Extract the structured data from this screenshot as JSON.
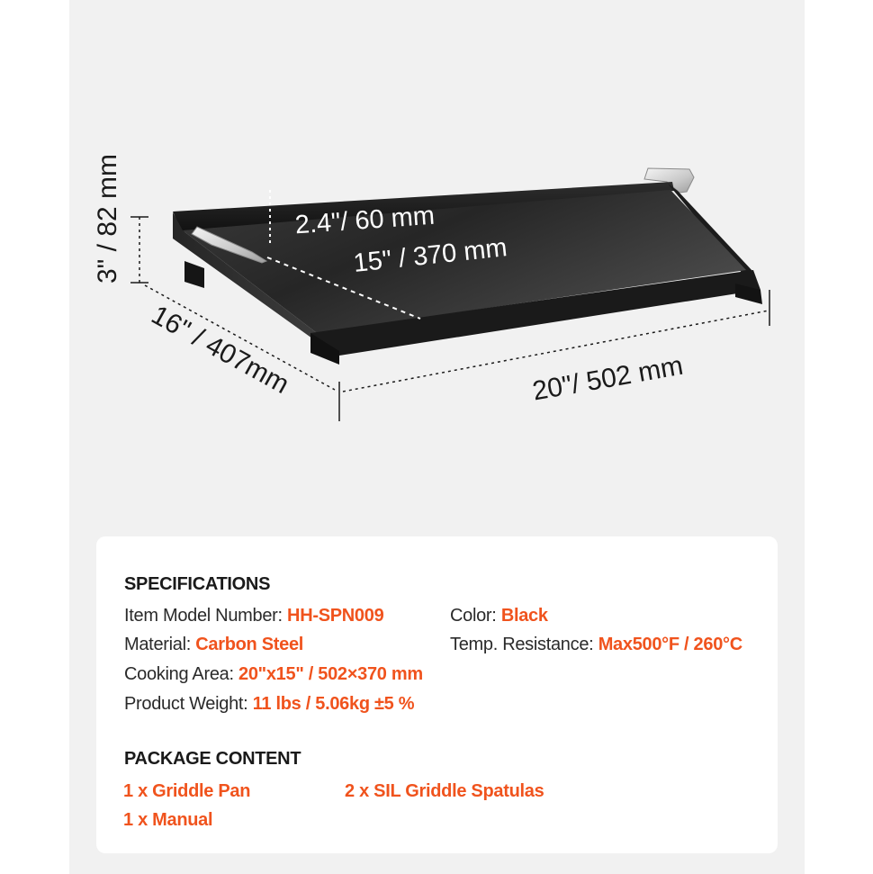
{
  "dimensions": {
    "height": "3\" / 82 mm",
    "depth": "16\" / 407mm",
    "width": "20\"/ 502 mm",
    "inner_depth": "15\" / 370 mm",
    "inner_height": "2.4\"/ 60 mm"
  },
  "specifications": {
    "title": "SPECIFICATIONS",
    "items": [
      {
        "label": "Item Model Number:",
        "value": "HH-SPN009"
      },
      {
        "label": "Color:",
        "value": "Black"
      },
      {
        "label": "Material:",
        "value": "Carbon Steel"
      },
      {
        "label": "Temp. Resistance:",
        "value": "Max500°F / 260°C"
      },
      {
        "label": "Cooking Area:",
        "value": "20\"x15\" / 502×370 mm"
      },
      {
        "label": "Product Weight:",
        "value": "11 lbs / 5.06kg ±5 %"
      }
    ]
  },
  "package": {
    "title": "PACKAGE CONTENT",
    "items": [
      "1 x Griddle Pan",
      "2 x SIL Griddle Spatulas",
      "1 x Manual"
    ]
  },
  "colors": {
    "accent": "#f0531d",
    "text": "#1a1a1a",
    "background_panel": "#f1f1f1",
    "card": "#ffffff"
  }
}
